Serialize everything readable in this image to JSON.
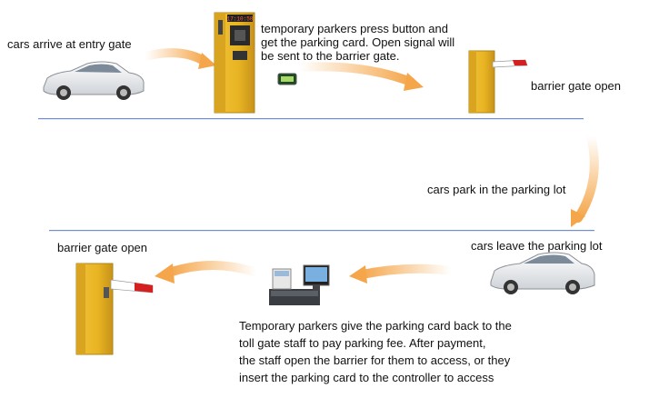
{
  "labels": {
    "cars_arrive": "cars arrive at entry gate",
    "temp_parkers_top_1": "temporary parkers press  button  and",
    "temp_parkers_top_2": "get the  parking card. Open signal will",
    "temp_parkers_top_3": "be sent to the barrier gate.",
    "barrier_open_right": "barrier gate open",
    "cars_park": "cars park in the parking lot",
    "barrier_open_left": "barrier gate open",
    "cars_leave": "cars leave the parking lot",
    "bottom_1": "Temporary parkers give the parking card back to the",
    "bottom_2": "toll gate staff to pay parking fee. After payment,",
    "bottom_3": "the staff open the barrier for them to access, or they",
    "bottom_4": "insert the parking card to the controller to access"
  },
  "ticket_display": "17:10:58",
  "colors": {
    "kiosk_yellow": "#e8b422",
    "arrow_orange": "#f5a64a",
    "rule_blue": "#6f8fd0",
    "car_white": "#f2f2f2",
    "barrier_red": "#d42020"
  },
  "icons": [
    "car-icon",
    "ticket-kiosk-icon",
    "parking-card-icon",
    "barrier-gate-icon",
    "toll-booth-computer-icon",
    "flow-arrow-icon"
  ]
}
